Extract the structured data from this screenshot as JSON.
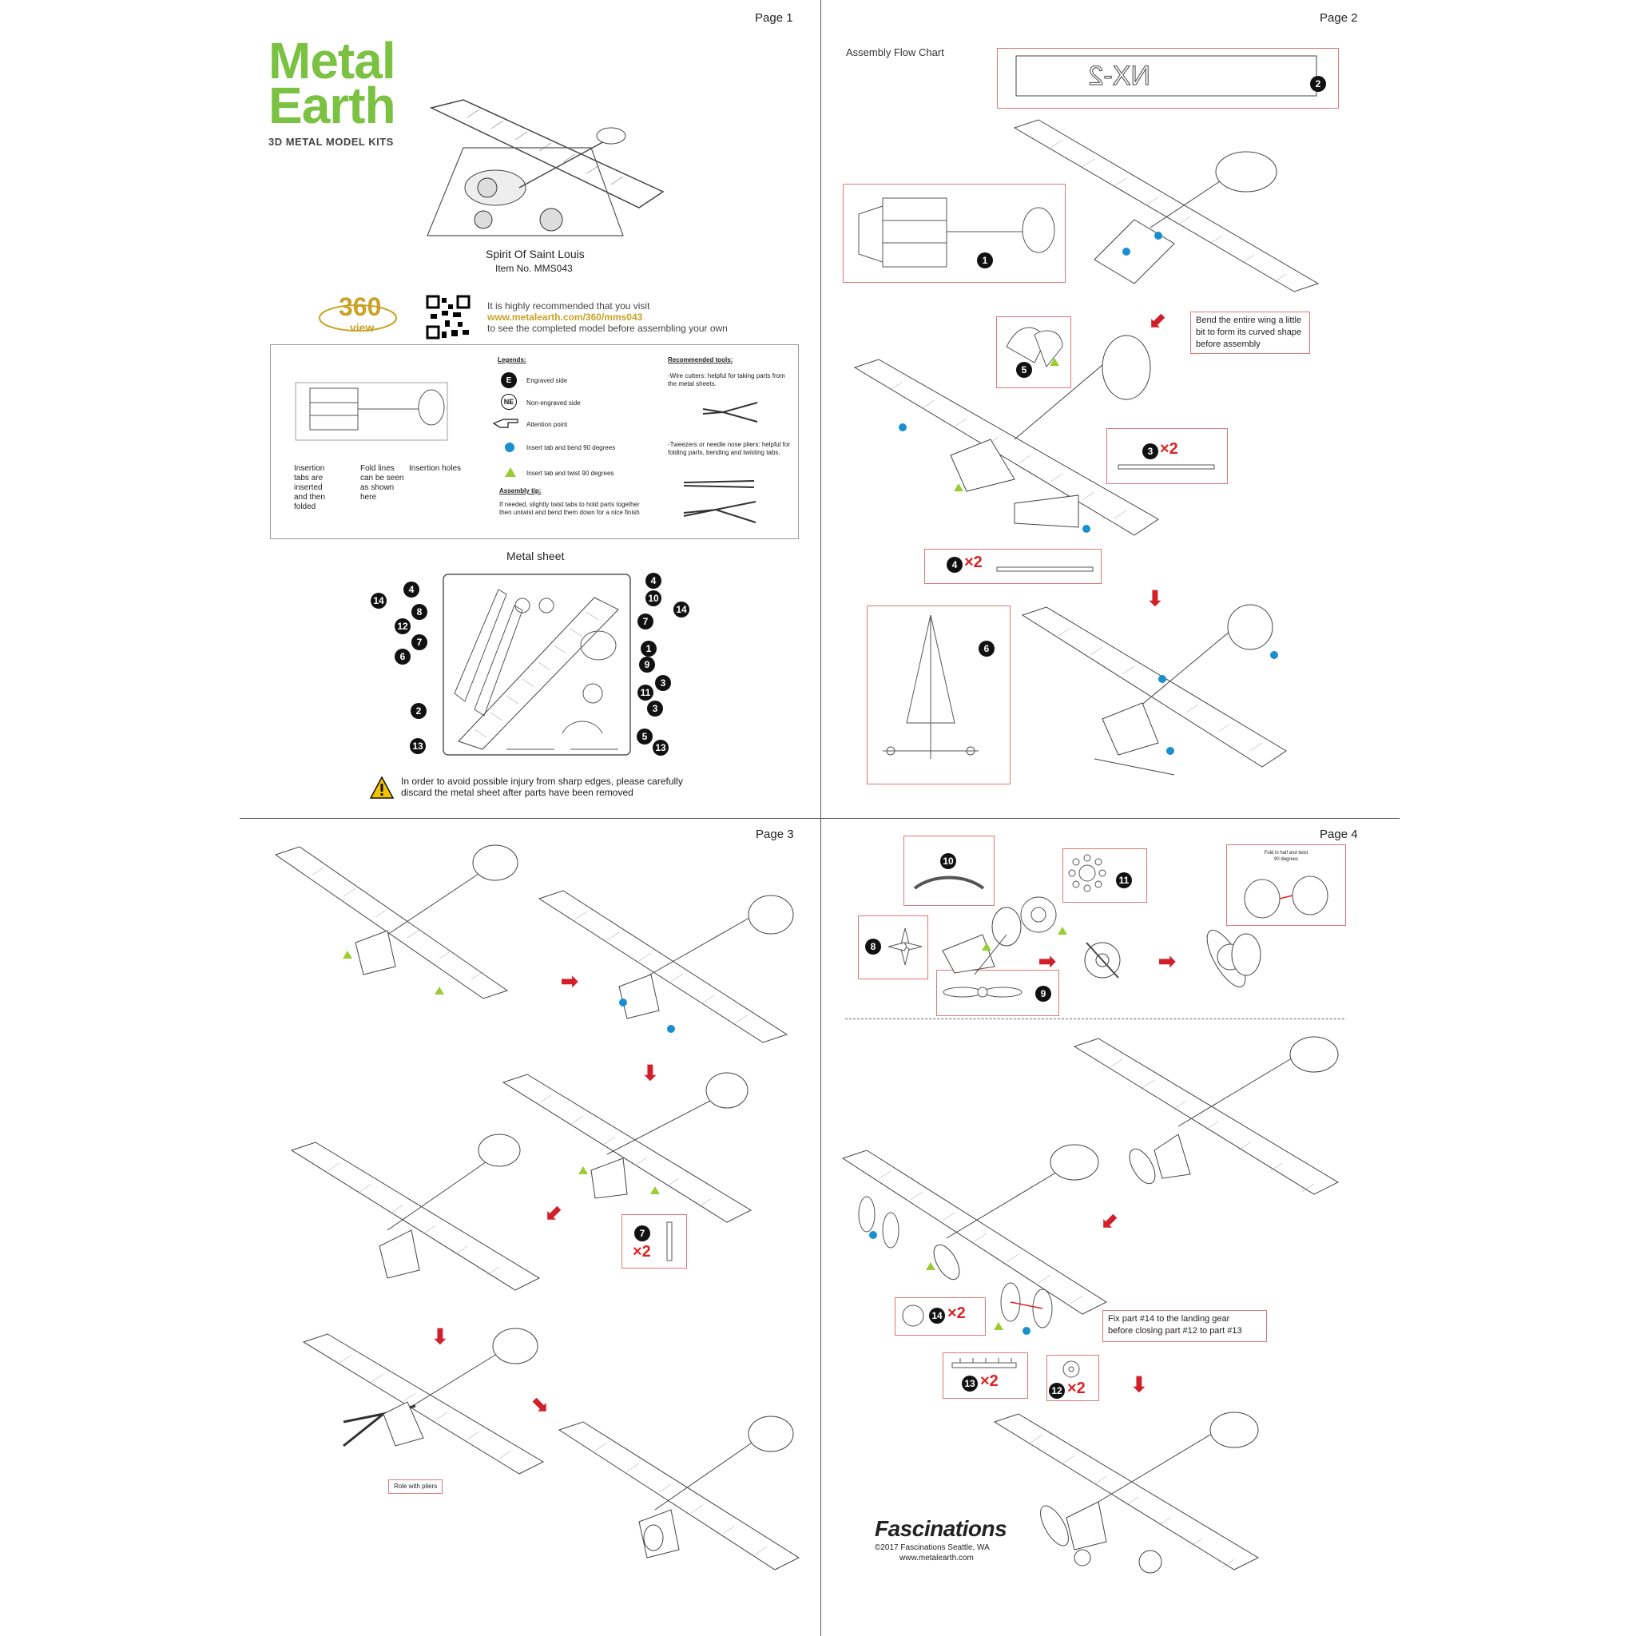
{
  "pages": {
    "p1": "Page 1",
    "p2": "Page 2",
    "p3": "Page 3",
    "p4": "Page 4"
  },
  "brand": {
    "line1": "Metal",
    "line2": "Earth",
    "tagline": "3D METAL MODEL KITS"
  },
  "product": {
    "name": "Spirit Of Saint Louis",
    "item": "Item No. MMS043"
  },
  "view360": {
    "label": "360",
    "view": "view",
    "line1": "It is highly recommended that you visit",
    "url": "www.metalearth.com/360/mms043",
    "line3": "to see the completed model before assembling your own"
  },
  "info": {
    "insertion_tabs": "Insertion tabs are inserted and then folded",
    "fold_lines": "Fold lines can be seen as shown here",
    "insertion_holes": "Insertion holes",
    "legends_title": "Legends:",
    "legend_e": "E",
    "legend_engraved": "Engraved side",
    "legend_ne": "NE",
    "legend_non_engraved": "Non-engraved side",
    "legend_attention": "Attention point",
    "legend_bend": "Insert tab and bend 90 degrees",
    "legend_twist": "Insert tab and twist 90 degrees",
    "tip_title": "Assembly tip:",
    "tip_text": "If needed, slightly twist tabs to hold parts together then untwist and bend them down for a nice finish",
    "tools_title": "Recommended tools:",
    "tool1": "-Wire cutters: helpful for taking parts from the metal sheets.",
    "tool2": "-Tweezers or needle nose pliers: helpful for folding parts, bending and twisting tabs."
  },
  "sheet": {
    "title": "Metal sheet",
    "left_labels": [
      "4",
      "14",
      "8",
      "12",
      "7",
      "6",
      "2",
      "13"
    ],
    "right_labels": [
      "4",
      "10",
      "14",
      "7",
      "1",
      "9",
      "11",
      "3",
      "3",
      "5",
      "13"
    ]
  },
  "warning": {
    "line1": "In order to avoid possible injury from sharp edges, please carefully",
    "line2": "discard the metal sheet after parts have been removed"
  },
  "page2": {
    "title": "Assembly Flow Chart",
    "bend_note": "Bend the entire wing a little bit to form its curved shape before assembly",
    "step_labels": [
      "1",
      "2",
      "5",
      "3",
      "4",
      "6"
    ],
    "x3": "×2",
    "x4": "×2"
  },
  "page3": {
    "step7": "7",
    "x7": "×2",
    "role_note": "Role with pliers"
  },
  "page4": {
    "labels": [
      "10",
      "11",
      "8",
      "9",
      "14",
      "13",
      "12"
    ],
    "fold_note": "Fold in half and twist 90 degrees",
    "x14": "×2",
    "x13": "×2",
    "x12": "×2",
    "fix_note_1": "Fix part #14 to the landing gear",
    "fix_note_2": "before closing part #12 to part #13",
    "company": "Fascinations",
    "copyright": "©2017 Fascinations Seattle, WA",
    "website": "www.metalearth.com"
  },
  "colors": {
    "brand_green": "#7bc142",
    "accent_red": "#d2202a",
    "blue_dot": "#1a8fd0",
    "green_tri": "#9acd32",
    "gold": "#c9a227"
  }
}
